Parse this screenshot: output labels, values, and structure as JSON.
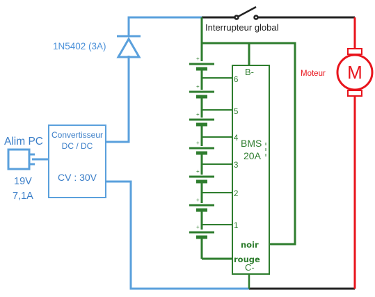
{
  "labels": {
    "switch": "Interrupteur global",
    "diode": "1N5402 (3A)",
    "motor": "Moteur",
    "motor_symbol": "M",
    "power_supply": "Alim PC",
    "supply_voltage": "19V",
    "supply_current": "7,1A",
    "converter_line1": "Convertisseur",
    "converter_line2": "DC / DC",
    "converter_cv": "CV : 30V",
    "bms_line1": "BMS",
    "bms_line2": "20A",
    "bms_b_minus": "B-",
    "bms_c_minus": "C-",
    "wire_noir": "noir",
    "wire_rouge": "rouge"
  },
  "cell_taps": [
    "6",
    "5",
    "4",
    "3",
    "2",
    "1"
  ],
  "cell_polarity": "+",
  "colors": {
    "blue_wire": "#5aa0dc",
    "green_wire": "#2e7d2e",
    "red_wire": "#e8141c",
    "black_wire": "#222222",
    "motor_label": "#e8141c",
    "diode_label": "#4a90d9",
    "supply_label": "#3a7ec8"
  }
}
